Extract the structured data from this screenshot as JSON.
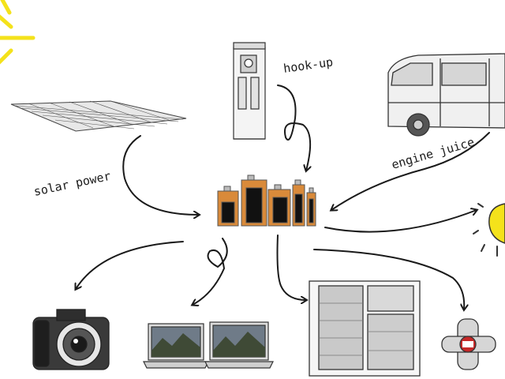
{
  "labels": {
    "solar": "solar power",
    "hookup": "hook-up",
    "engine": "engine juice"
  },
  "colors": {
    "sun": "#f4e21b",
    "battery": "#d98a3a",
    "ink": "#1a1a1a",
    "bulb": "#f4e21b"
  },
  "icons": [
    "sun-icon",
    "solar-panel-icon",
    "power-pedestal-icon",
    "van-icon",
    "battery-bank-icon",
    "lightbulb-icon",
    "camera-icon",
    "laptop-icon",
    "fridge-icon",
    "heater-icon"
  ]
}
